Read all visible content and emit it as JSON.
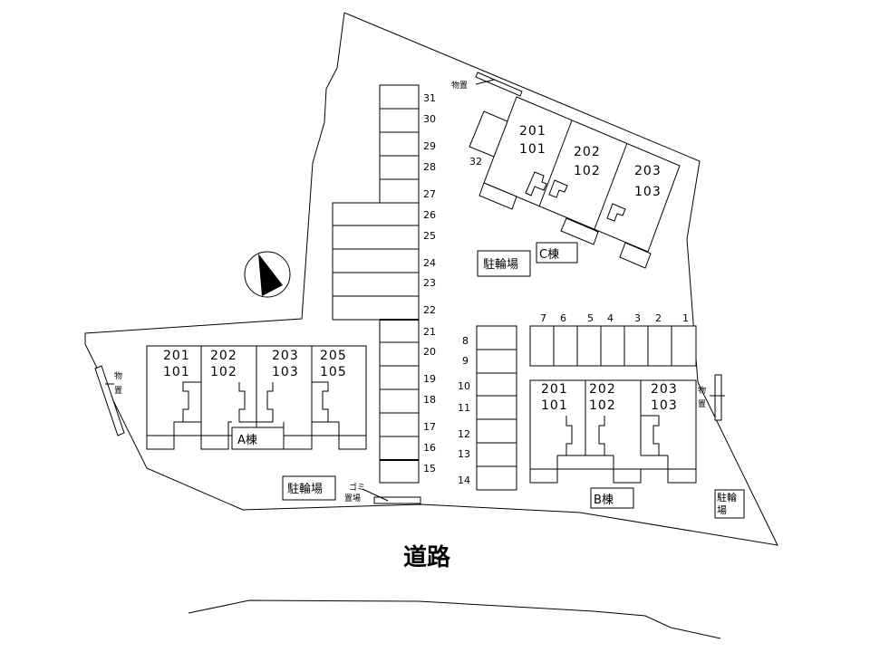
{
  "road_label": "道路",
  "building_a": {
    "label": "A棟",
    "units": [
      {
        "upper": "201",
        "lower": "101"
      },
      {
        "upper": "202",
        "lower": "102"
      },
      {
        "upper": "203",
        "lower": "103"
      },
      {
        "upper": "205",
        "lower": "105"
      }
    ]
  },
  "building_b": {
    "label": "B棟",
    "units": [
      {
        "upper": "201",
        "lower": "101"
      },
      {
        "upper": "202",
        "lower": "102"
      },
      {
        "upper": "203",
        "lower": "103"
      }
    ]
  },
  "building_c": {
    "label": "C棟",
    "units": [
      {
        "upper": "201",
        "lower": "101"
      },
      {
        "upper": "202",
        "lower": "102"
      },
      {
        "upper": "203",
        "lower": "103"
      }
    ]
  },
  "bicycle_parking_label": "駐輪場",
  "bicycle_parking_label_split": [
    "駐輪",
    "場"
  ],
  "storage_label": "物置",
  "storage_label_vertical": [
    "物",
    "置"
  ],
  "garbage_label": [
    "ゴミ",
    "置場"
  ],
  "parking": {
    "center_top": [
      "31",
      "30",
      "29",
      "28",
      "27"
    ],
    "center_wide": [
      "26",
      "25",
      "24",
      "23",
      "22"
    ],
    "center_bottom": [
      "21",
      "20",
      "19",
      "18",
      "17",
      "16",
      "15"
    ],
    "mid_column": [
      "8",
      "9",
      "10",
      "11",
      "12",
      "13",
      "14"
    ],
    "top_row": [
      "7",
      "6",
      "5",
      "4",
      "3",
      "2",
      "1"
    ],
    "isolated": "32"
  }
}
